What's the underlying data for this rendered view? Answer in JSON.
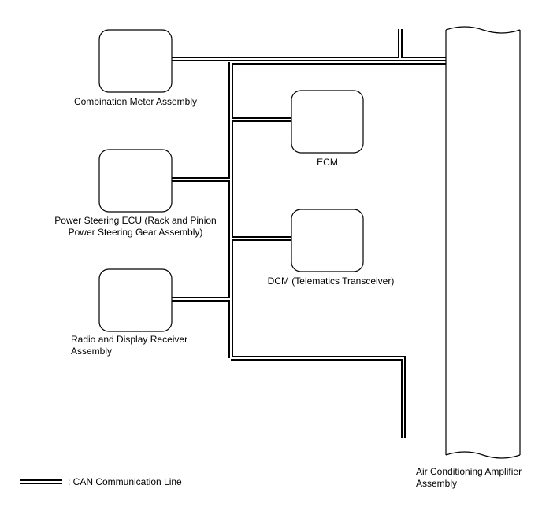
{
  "components": {
    "combination_meter": {
      "label": "Combination Meter Assembly"
    },
    "power_steering": {
      "label_line1": "Power Steering ECU (Rack and Pinion",
      "label_line2": "Power Steering Gear Assembly)"
    },
    "radio": {
      "label_line1": "Radio and Display Receiver",
      "label_line2": "Assembly"
    },
    "ecm": {
      "label": "ECM"
    },
    "dcm": {
      "label": "DCM (Telematics Transceiver)"
    },
    "ac_amplifier": {
      "label_line1": "Air Conditioning Amplifier",
      "label_line2": "Assembly"
    }
  },
  "legend": {
    "text": ": CAN Communication Line"
  }
}
